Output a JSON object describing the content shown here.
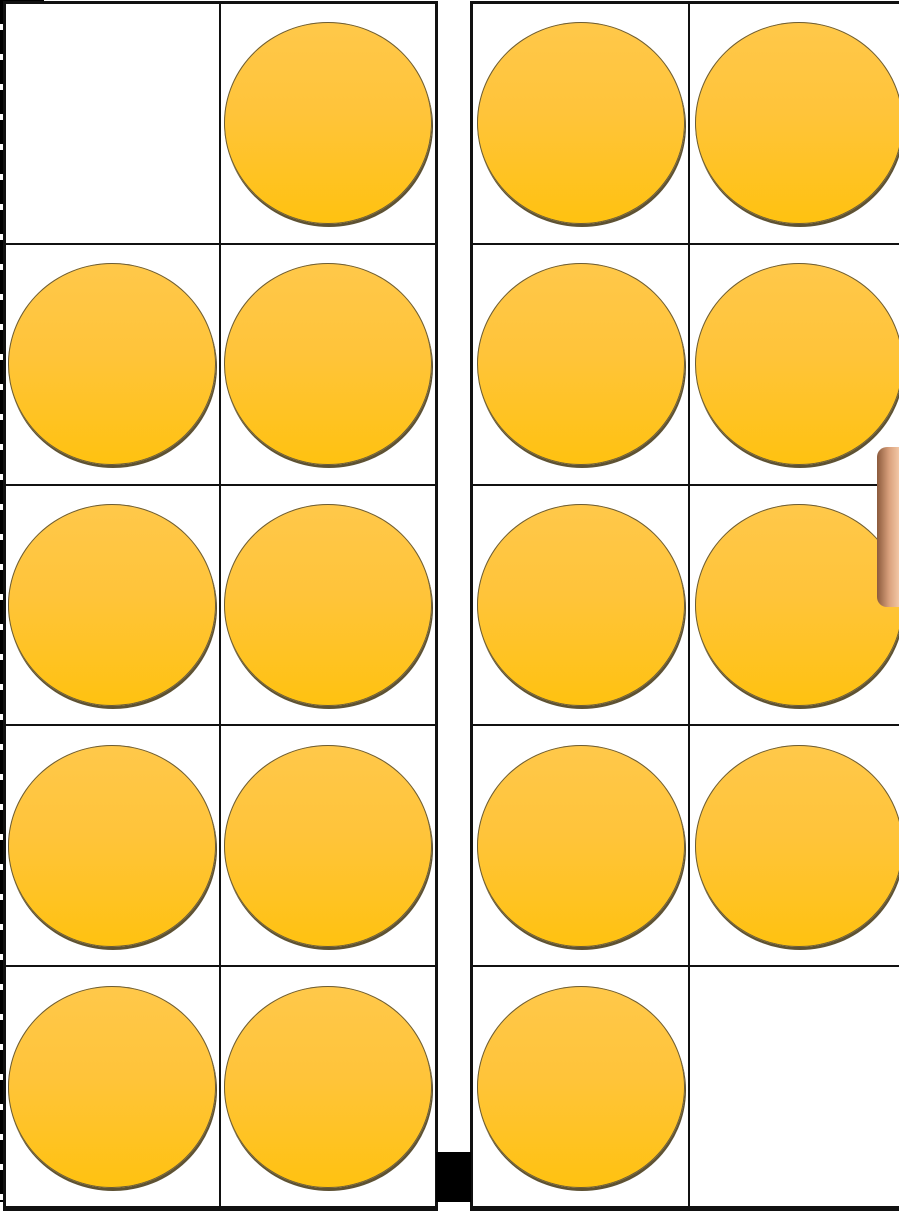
{
  "ten_frames": [
    {
      "rows": 5,
      "columns": 2,
      "filled": [
        false,
        true,
        true,
        true,
        true,
        true,
        true,
        true,
        true,
        true
      ]
    },
    {
      "rows": 5,
      "columns": 2,
      "filled": [
        true,
        true,
        true,
        true,
        true,
        true,
        true,
        true,
        true,
        false
      ]
    }
  ],
  "colors": {
    "counter": "#ffc43a",
    "counter_shadow": "#5e5233",
    "grid_line": "#111111"
  },
  "icons": {
    "counter": "yellow-circle-counter",
    "hand": "hand-icon"
  }
}
